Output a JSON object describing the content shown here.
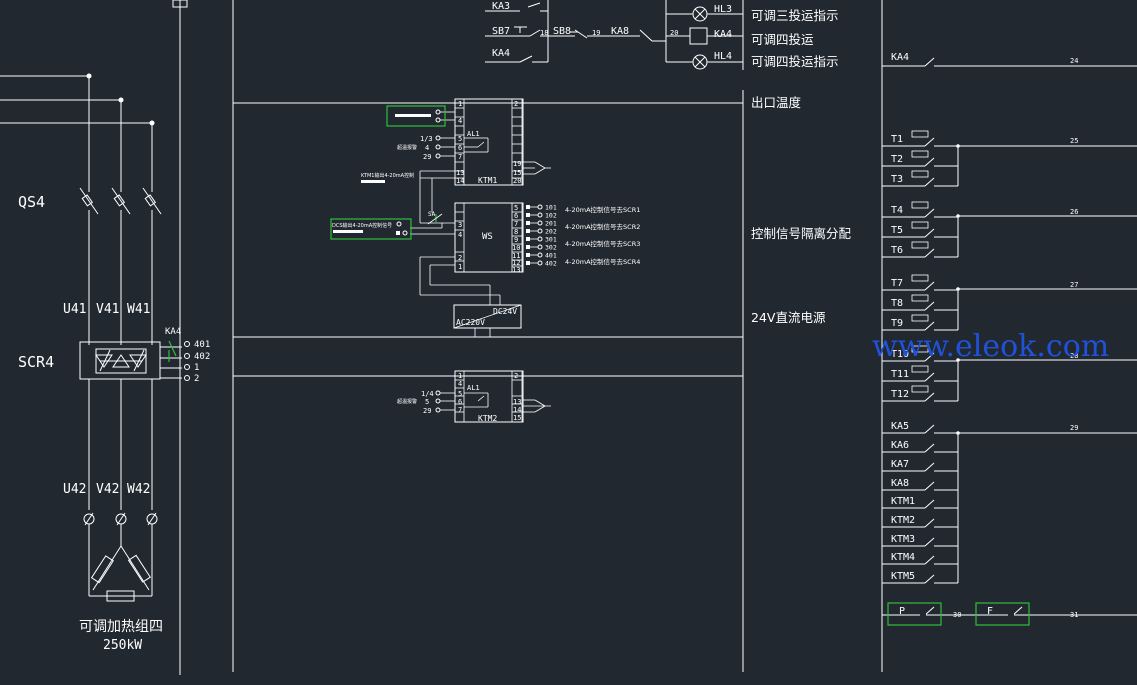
{
  "left_panel": {
    "qs_label": "QS4",
    "u41": "U41",
    "v41": "V41",
    "w41": "W41",
    "scr_label": "SCR4",
    "ka4": "KA4",
    "t401": "401",
    "t402": "402",
    "t1": "1",
    "t2": "2",
    "u42": "U42",
    "v42": "V42",
    "w42": "W42",
    "heater_name": "可调加热组四",
    "heater_power": "250kW"
  },
  "top_circuit": {
    "ka3": "KA3",
    "sb7": "SB7",
    "n18": "18",
    "sb8": "SB8",
    "n19": "19",
    "ka8": "KA8",
    "n20": "20",
    "ka4": "KA4",
    "hl3": "HL3",
    "ka4_coil": "KA4",
    "hl4": "HL4"
  },
  "middle_labels": {
    "l1": "可调三投运指示",
    "l2": "可调四投运",
    "l3": "可调四投运指示",
    "l4": "出口温度",
    "l5": "控制信号隔离分配",
    "l6": "24V直流电源"
  },
  "ktm1": {
    "name": "KTM1",
    "al": "AL1",
    "p1": "1",
    "p2": "2",
    "p4": "4",
    "p5": "5",
    "p6": "6",
    "p7": "7",
    "p13": "13",
    "p14": "14",
    "p15": "15",
    "p19": "19",
    "p20": "20",
    "in13": "1/3",
    "in4": "4",
    "in29": "29",
    "alarm": "超温报警",
    "out_note": "KTM1输出4-20mA控制"
  },
  "ws": {
    "name": "WS",
    "p1": "1",
    "p2": "2",
    "p3": "3",
    "p4": "4",
    "p5": "5",
    "p6": "6",
    "p7": "7",
    "p8": "8",
    "p9": "9",
    "p10": "10",
    "p11": "11",
    "p12": "12",
    "p13": "13",
    "dcs_note": "DCS输出4-20mA控制信号",
    "switch": "SA",
    "outs": [
      "101",
      "102",
      "201",
      "202",
      "301",
      "302",
      "401",
      "402"
    ],
    "ctrl": [
      "4-20mA控制信号去SCR1",
      "4-20mA控制信号去SCR2",
      "4-20mA控制信号去SCR3",
      "4-20mA控制信号去SCR4"
    ]
  },
  "psu": {
    "ac": "AC220V",
    "dc": "DC24V"
  },
  "ktm2": {
    "name": "KTM2",
    "al": "AL1",
    "p1": "1",
    "p2": "2",
    "p4": "4",
    "p5": "5",
    "p6": "6",
    "p7": "7",
    "p13": "13",
    "p14": "14",
    "p15": "15",
    "in14": "1/4",
    "in5": "5",
    "in29": "29",
    "alarm": "超温报警"
  },
  "right_panel": {
    "ka4": "KA4",
    "n24": "24",
    "g1": [
      "T1",
      "T2",
      "T3"
    ],
    "n25": "25",
    "g2": [
      "T4",
      "T5",
      "T6"
    ],
    "n26": "26",
    "g3": [
      "T7",
      "T8",
      "T9"
    ],
    "n27": "27",
    "g4": [
      "T10",
      "T11",
      "T12"
    ],
    "n28": "28",
    "g5": [
      "KA5",
      "KA6",
      "KA7",
      "KA8",
      "KTM1",
      "KTM2",
      "KTM3",
      "KTM4",
      "KTM5"
    ],
    "n29": "29",
    "p": "P",
    "n30": "30",
    "f": "F",
    "n31": "31"
  },
  "watermark": "www.eleok.com",
  "colors": {
    "background": "#212830",
    "line": "#ffffff",
    "highlight": "#2fbf3a",
    "watermark": "#1f52d8"
  }
}
